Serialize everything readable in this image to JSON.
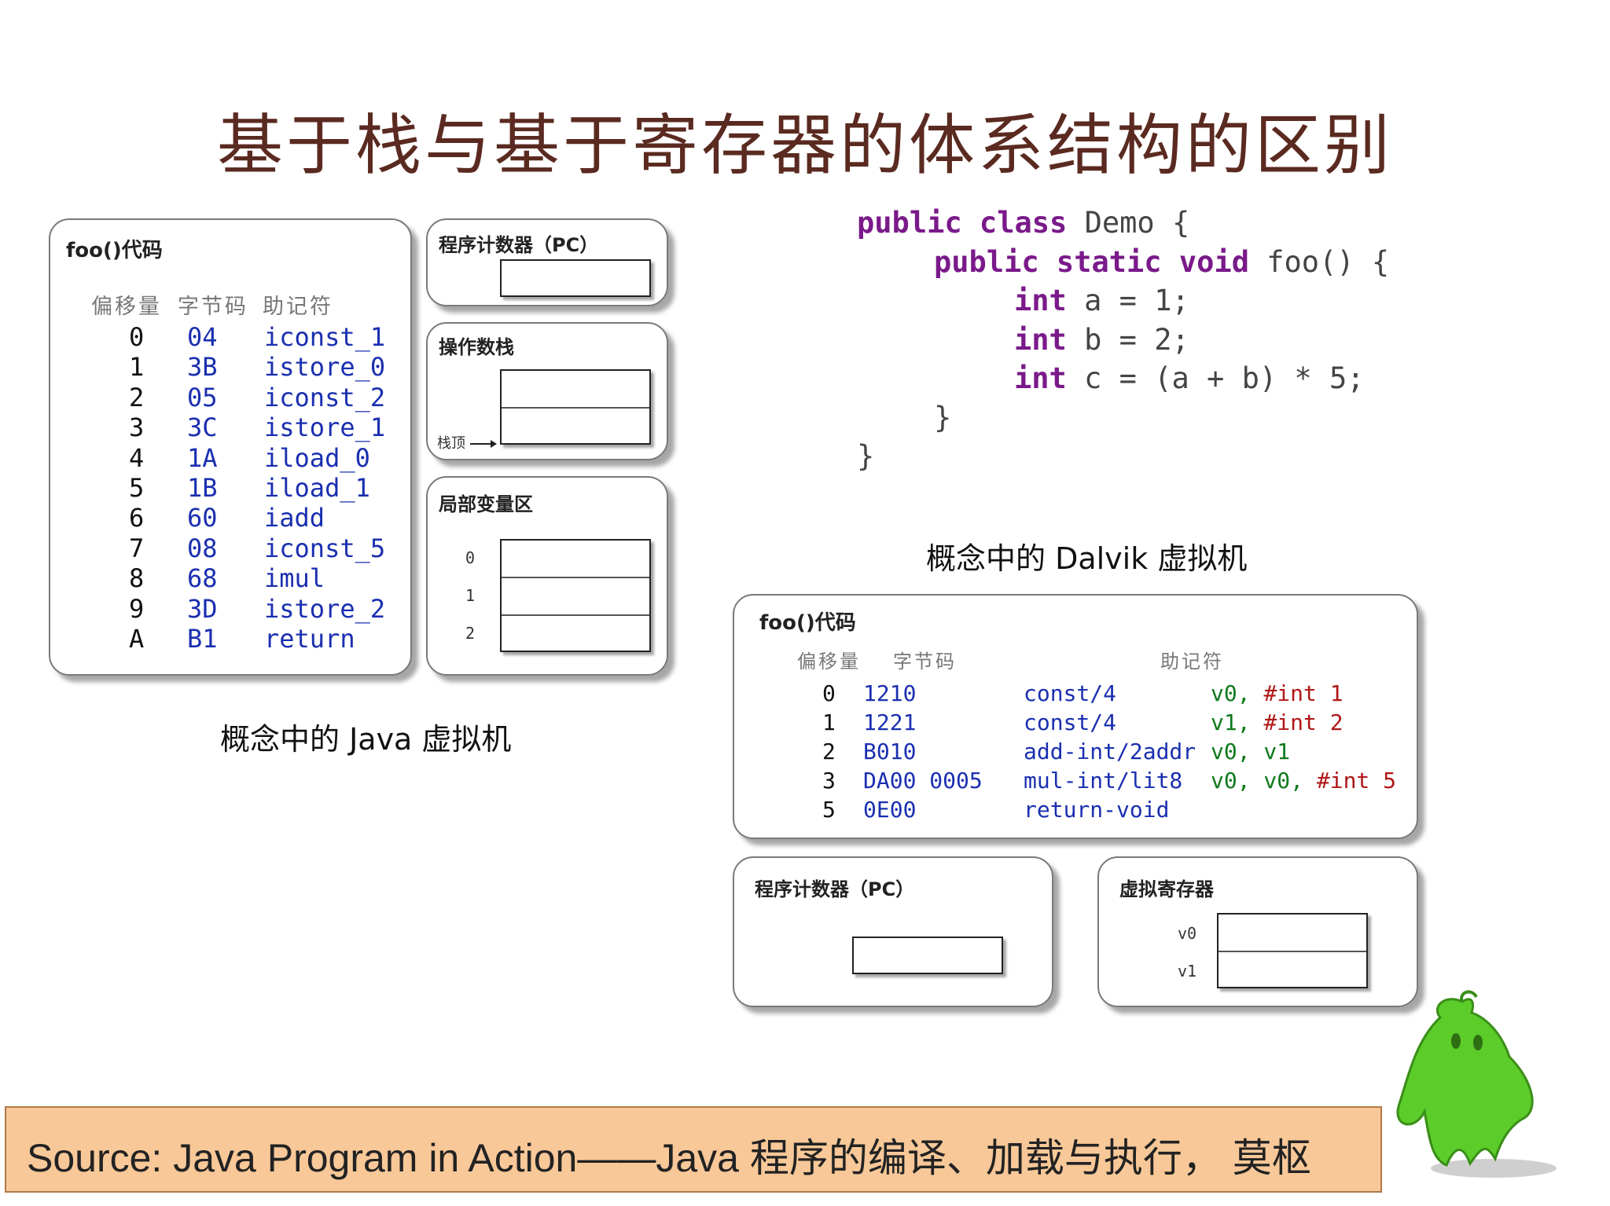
{
  "title": "基于栈与基于寄存器的体系结构的区别",
  "java_vm": {
    "code_panel_title": "foo()代码",
    "headers": [
      "偏移量",
      "字节码",
      "助记符"
    ],
    "rows": [
      {
        "offset": "0",
        "byte": "04",
        "mnemonic": "iconst_1"
      },
      {
        "offset": "1",
        "byte": "3B",
        "mnemonic": "istore_0"
      },
      {
        "offset": "2",
        "byte": "05",
        "mnemonic": "iconst_2"
      },
      {
        "offset": "3",
        "byte": "3C",
        "mnemonic": "istore_1"
      },
      {
        "offset": "4",
        "byte": "1A",
        "mnemonic": "iload_0"
      },
      {
        "offset": "5",
        "byte": "1B",
        "mnemonic": "iload_1"
      },
      {
        "offset": "6",
        "byte": "60",
        "mnemonic": "iadd"
      },
      {
        "offset": "7",
        "byte": "08",
        "mnemonic": "iconst_5"
      },
      {
        "offset": "8",
        "byte": "68",
        "mnemonic": "imul"
      },
      {
        "offset": "9",
        "byte": "3D",
        "mnemonic": "istore_2"
      },
      {
        "offset": "A",
        "byte": "B1",
        "mnemonic": "return"
      }
    ],
    "pc_title": "程序计数器（PC）",
    "stack_title": "操作数栈",
    "stack_top_label": "栈顶",
    "locals_title": "局部变量区",
    "locals_indices": [
      "0",
      "1",
      "2"
    ],
    "caption": "概念中的 Java 虚拟机"
  },
  "source_code": {
    "lines": [
      {
        "kw": "public class",
        "rest": " Demo {"
      },
      {
        "kw": "public static void",
        "rest": " foo() {"
      },
      {
        "kw": "int",
        "rest": " a = 1;"
      },
      {
        "kw": "int",
        "rest": " b = 2;"
      },
      {
        "kw": "int",
        "rest": " c = (a + b) * 5;"
      },
      {
        "kw": "",
        "rest": "}"
      },
      {
        "kw": "",
        "rest": "}"
      }
    ]
  },
  "dalvik_vm": {
    "caption": "概念中的 Dalvik 虚拟机",
    "code_panel_title": "foo()代码",
    "headers": [
      "偏移量",
      "字节码",
      "助记符"
    ],
    "rows": [
      {
        "offset": "0",
        "byte": "1210",
        "mnemonic": "const/4",
        "args": [
          {
            "t": "reg",
            "v": "v0, "
          },
          {
            "t": "num",
            "v": "#int 1"
          }
        ]
      },
      {
        "offset": "1",
        "byte": "1221",
        "mnemonic": "const/4",
        "args": [
          {
            "t": "reg",
            "v": "v1, "
          },
          {
            "t": "num",
            "v": "#int 2"
          }
        ]
      },
      {
        "offset": "2",
        "byte": "B010",
        "mnemonic": "add-int/2addr",
        "args": [
          {
            "t": "reg",
            "v": "v0, v1"
          }
        ]
      },
      {
        "offset": "3",
        "byte": "DA00 0005",
        "mnemonic": "mul-int/lit8",
        "args": [
          {
            "t": "reg",
            "v": "v0, v0, "
          },
          {
            "t": "num",
            "v": "#int 5"
          }
        ]
      },
      {
        "offset": "5",
        "byte": "0E00",
        "mnemonic": "return-void",
        "args": []
      }
    ],
    "pc_title": "程序计数器（PC）",
    "registers_title": "虚拟寄存器",
    "register_labels": [
      "v0",
      "v1"
    ]
  },
  "source_note": "Source: Java Program in Action——Java 程序的编译、加载与执行， 莫枢",
  "colors": {
    "title": "#5a2a20",
    "keyword": "#7a1a8a",
    "bytecode": "#1a2fb0",
    "register": "#0f7a1c",
    "literal": "#b01818",
    "source_bg": "#f8c898",
    "mascot": "#5ccc2a"
  },
  "icons": [
    "green-mascot-icon",
    "arrow-right-icon"
  ]
}
